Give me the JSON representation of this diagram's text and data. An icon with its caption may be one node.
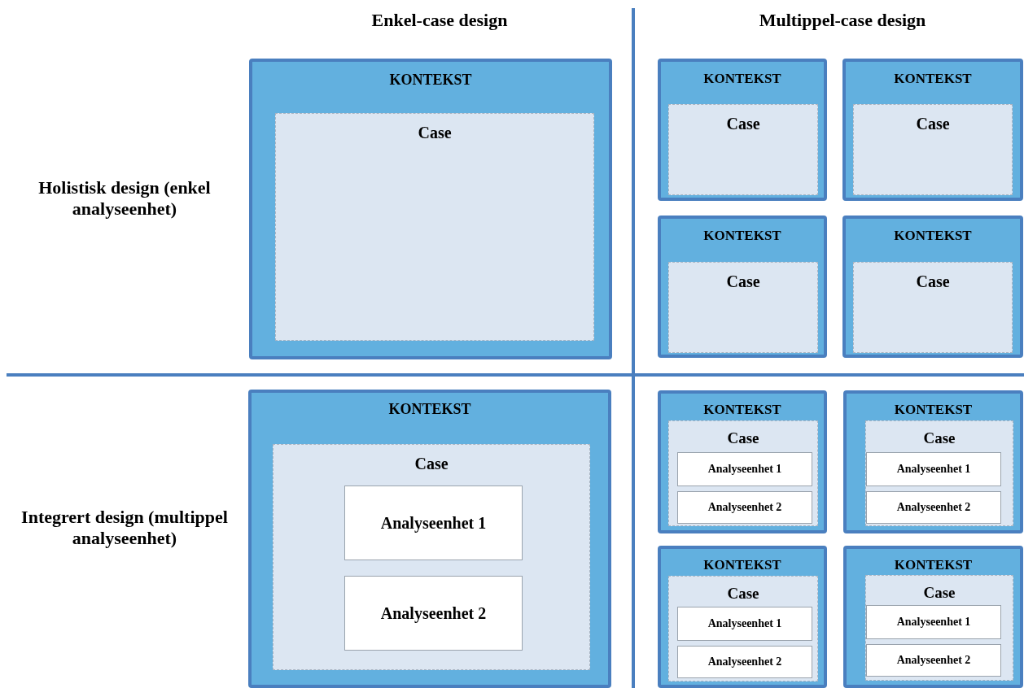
{
  "diagram": {
    "nodes": [
      {
        "text": [
          "KONTEKST"
        ]
      },
      {
        "text": [
          "Case"
        ],
        "in": 0
      },
      {
        "text": [
          "KONTEKST"
        ]
      },
      {
        "text": [
          "Case"
        ],
        "in": 2
      },
      {
        "text": [
          "KONTEKST"
        ]
      },
      {
        "text": [
          "Case"
        ],
        "in": 4
      },
      {
        "text": [
          "KONTEKST"
        ]
      },
      {
        "text": [
          "Case"
        ],
        "in": 6
      },
      {
        "text": [
          "KONTEKST"
        ]
      },
      {
        "text": [
          "Case"
        ],
        "in": 8
      },
      {
        "text": [
          "KONTEKST"
        ]
      },
      {
        "text": [
          "Case"
        ],
        "in": 10
      },
      {
        "text": [
          "Analyseenhet 1"
        ],
        "in": 11
      },
      {
        "text": [
          "Analyseenhet 2"
        ],
        "in": 11
      },
      {
        "text": [
          "KONTEKST"
        ]
      },
      {
        "text": [
          "Case"
        ],
        "in": 14
      },
      {
        "text": [
          "Analyseenhet 1"
        ],
        "in": 15
      },
      {
        "text": [
          "Analyseenhet 2"
        ],
        "in": 15
      },
      {
        "text": [
          "KONTEKST"
        ]
      },
      {
        "text": [
          "Case"
        ],
        "in": 18
      },
      {
        "text": [
          "Analyseenhet 1"
        ],
        "in": 19
      },
      {
        "text": [
          "Analyseenhet 2"
        ],
        "in": 19
      },
      {
        "text": [
          "KONTEKST"
        ]
      },
      {
        "text": [
          "Case"
        ],
        "in": 22
      },
      {
        "text": [
          "Analyseenhet 1"
        ],
        "in": 23
      },
      {
        "text": [
          "Analyseenhet 2"
        ],
        "in": 23
      },
      {
        "text": [
          "KONTEKST"
        ]
      },
      {
        "text": [
          "Case"
        ],
        "in": 26
      },
      {
        "text": [
          "Analyseenhet 1"
        ],
        "in": 27
      },
      {
        "text": [
          "Analyseenhet 2"
        ],
        "in": 27
      }
    ],
    "edges": [],
    "labels": [
      "Enkel-case design",
      "Multippel-case design",
      "Holistisk design (enkel analyseenhet)",
      "Integrert design (multippel analyseenhet)"
    ]
  }
}
